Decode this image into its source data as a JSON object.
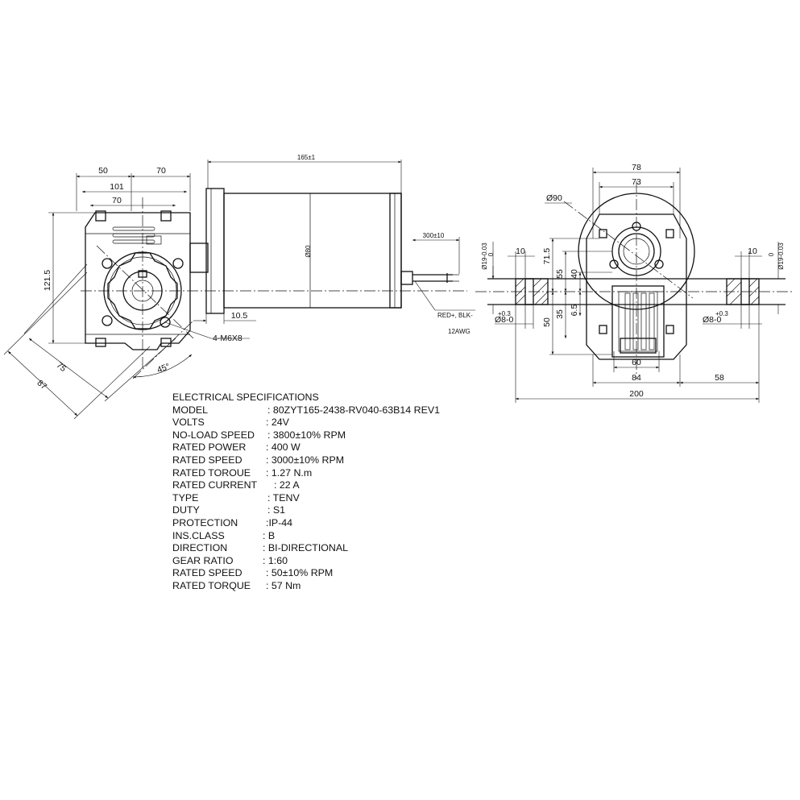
{
  "side_view": {
    "dims": {
      "d50": "50",
      "d70a": "70",
      "d101": "101",
      "d70b": "70",
      "d121_5": "121.5",
      "d75": "75",
      "d87": "87",
      "d45": "45°",
      "d165": "165±1",
      "d80": "Ø80",
      "d300": "300±10",
      "d10_5": "10.5",
      "bolt": "4-M6X8",
      "wire": "RED+, BLK-",
      "awg": "12AWG"
    }
  },
  "front_view": {
    "dims": {
      "d78": "78",
      "d73": "73",
      "d90": "Ø90",
      "d71_5": "71.5",
      "d55": "55",
      "d40": "40",
      "d35": "35",
      "d6_5": "6.5",
      "d50": "50",
      "d19_left": "Ø19-0.03",
      "d19_left_top": "0",
      "d19_right": "Ø19-0.03",
      "d19_right_top": "0",
      "d10_left": "10",
      "d10_right": "10",
      "d8_left": "Ø8-0",
      "d8_left_tol": "+0.3",
      "d8_right": "Ø8-0",
      "d8_right_tol": "+0.3",
      "d60": "60",
      "d84": "84",
      "d58": "58",
      "d200": "200"
    }
  },
  "specs": {
    "title": "ELECTRICAL SPECIFICATIONS",
    "rows": [
      {
        "label": "MODEL",
        "value": ": 80ZYT165-2438-RV040-63B14 REV1"
      },
      {
        "label": "VOLTS",
        "value": ": 24V"
      },
      {
        "label": "NO-LOAD SPEED",
        "value": ": 3800±10% RPM"
      },
      {
        "label": "RATED POWER",
        "value": ": 400 W"
      },
      {
        "label": "RATED SPEED",
        "value": ": 3000±10% RPM"
      },
      {
        "label": "RATED TOROUE",
        "value": ": 1.27 N.m"
      },
      {
        "label": "RATED CURRENT",
        "value": ": 22 A"
      },
      {
        "label": "TYPE",
        "value": ": TENV"
      },
      {
        "label": "DUTY",
        "value": ": S1"
      },
      {
        "label": "PROTECTION",
        "value": ":IP-44"
      },
      {
        "label": "INS.CLASS",
        "value": ": B"
      },
      {
        "label": "DIRECTION",
        "value": ": BI-DIRECTIONAL"
      },
      {
        "label": "GEAR RATIO",
        "value": ": 1:60"
      },
      {
        "label": "RATED SPEED",
        "value": ": 50±10% RPM"
      },
      {
        "label": "RATED TORQUE",
        "value": ": 57 Nm"
      }
    ]
  }
}
